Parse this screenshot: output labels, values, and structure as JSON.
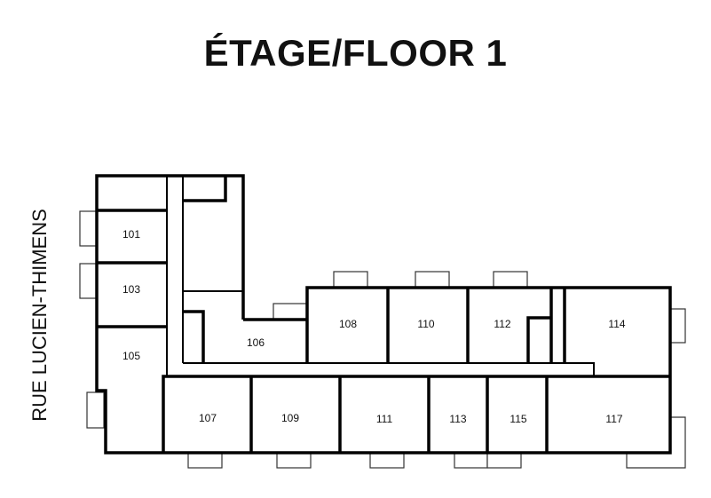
{
  "title": "ÉTAGE/FLOOR 1",
  "street": "RUE LUCIEN-THIMENS",
  "rooms": {
    "r101": "101",
    "r103": "103",
    "r105": "105",
    "r106": "106",
    "r107": "107",
    "r108": "108",
    "r109": "109",
    "r110": "110",
    "r111": "111",
    "r112": "112",
    "r113": "113",
    "r114": "114",
    "r115": "115",
    "r117": "117"
  }
}
